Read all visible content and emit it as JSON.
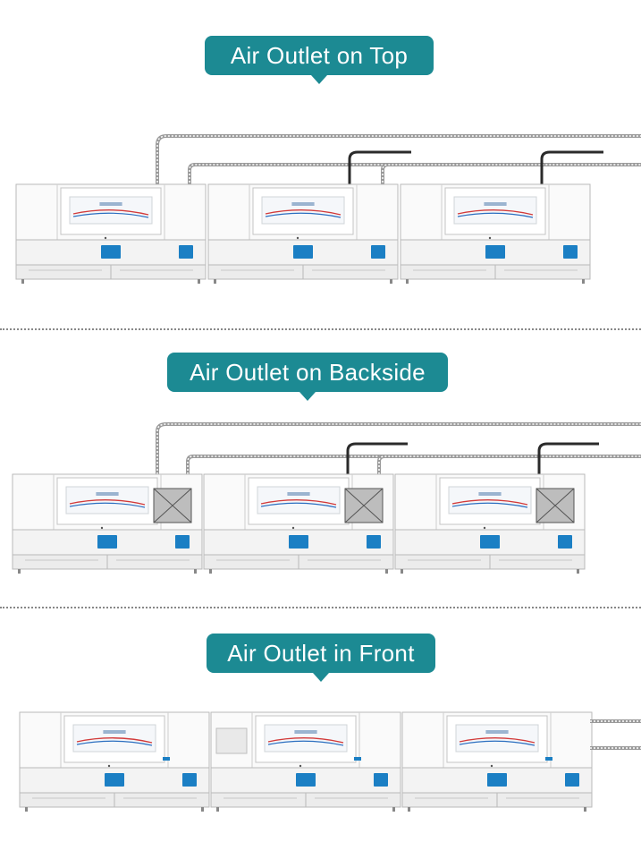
{
  "sections": [
    {
      "id": "top",
      "label": "Air Outlet on Top",
      "duct_position": "top"
    },
    {
      "id": "backside",
      "label": "Air Outlet on Backside",
      "duct_position": "backside"
    },
    {
      "id": "front",
      "label": "Air Outlet in Front",
      "duct_position": "front"
    }
  ],
  "units_per_row": 3,
  "colors": {
    "label_bg": "#1c8a93",
    "label_text": "#ffffff",
    "panel_blue": "#1b7fc4",
    "duct_grey": "#9a9a9a",
    "duct_dark": "#2b2b2b",
    "cabinet_line": "#b9b9b9"
  },
  "icons": [
    "cabinet-unit",
    "display-panel",
    "control-panel",
    "duct-pipe",
    "fan-box"
  ]
}
